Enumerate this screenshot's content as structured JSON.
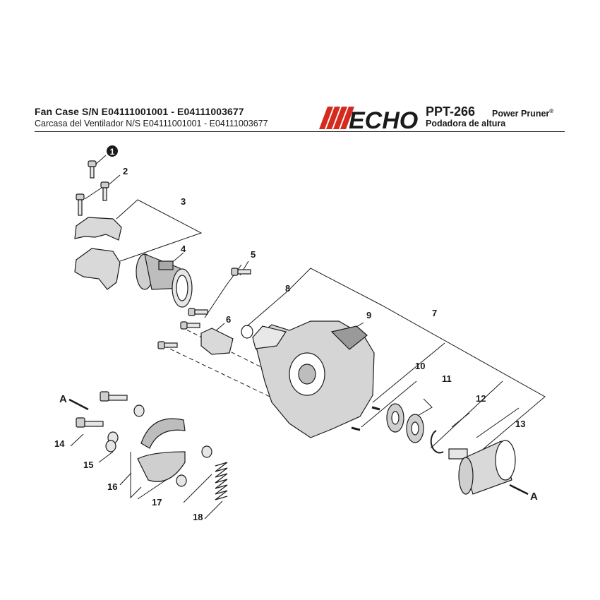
{
  "header": {
    "title": "Fan Case S/N E04111001001 - E04111003677",
    "subtitle": "Carcasa del Ventilador N/S E04111001001 - E04111003677",
    "brand": "ECHO",
    "model": "PPT-266",
    "model_desc": "Power Pruner",
    "model_desc_mark": "®",
    "model_desc_es": "Podadora de altura"
  },
  "callouts": {
    "c1": "1",
    "c2": "2",
    "c3": "3",
    "c4": "4",
    "c5": "5",
    "c6": "6",
    "c7": "7",
    "c8": "8",
    "c9": "9",
    "c10": "10",
    "c11": "11",
    "c12": "12",
    "c13": "13",
    "c14": "14",
    "c15": "15",
    "c16": "16",
    "c17": "17",
    "c18": "18",
    "a_left": "A",
    "a_right": "A"
  }
}
